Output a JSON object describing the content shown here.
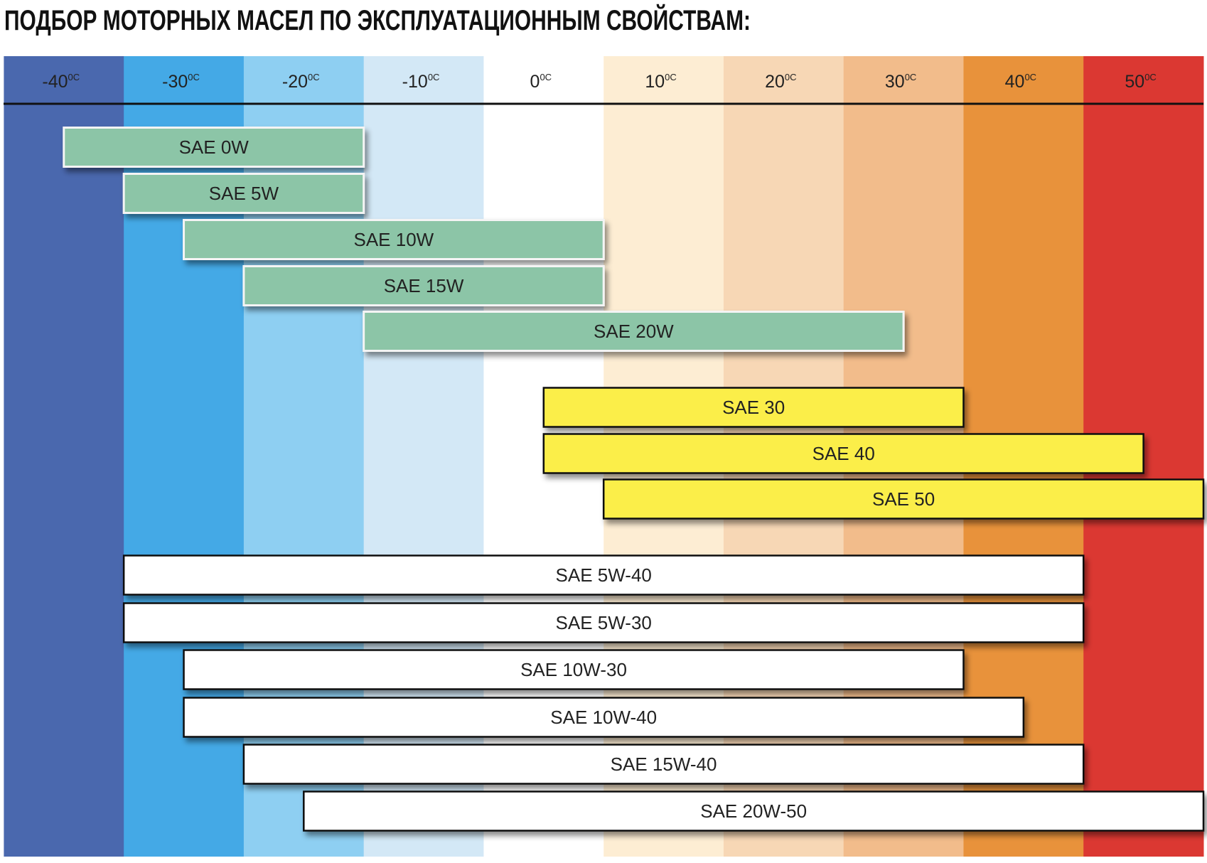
{
  "chart_data": {
    "type": "bar",
    "orientation": "horizontal-range",
    "title": "ПОДБОР МОТОРНЫХ МАСЕЛ ПО ЭКСПЛУАТАЦИОННЫМ СВОЙСТВАМ:",
    "xlabel": "",
    "ylabel": "",
    "unit": "0C",
    "xlim": [
      -45,
      55
    ],
    "ticks": [
      {
        "value": -40,
        "label": "-40",
        "color": "#4a68ae"
      },
      {
        "value": -30,
        "label": "-30",
        "color": "#44a9e6"
      },
      {
        "value": -20,
        "label": "-20",
        "color": "#8ecff2"
      },
      {
        "value": -10,
        "label": "-10",
        "color": "#d3e8f6"
      },
      {
        "value": 0,
        "label": "0",
        "color": "#ffffff"
      },
      {
        "value": 10,
        "label": "10",
        "color": "#fdedd3"
      },
      {
        "value": 20,
        "label": "20",
        "color": "#f7d7b5"
      },
      {
        "value": 30,
        "label": "30",
        "color": "#f2bc8b"
      },
      {
        "value": 40,
        "label": "40",
        "color": "#e8923b"
      },
      {
        "value": 50,
        "label": "50",
        "color": "#db3832"
      }
    ],
    "series": [
      {
        "name": "SAE 0W",
        "from": -40,
        "to": -15,
        "group": "winter",
        "color": "#8cc5a7"
      },
      {
        "name": "SAE 5W",
        "from": -35,
        "to": -15,
        "group": "winter",
        "color": "#8cc5a7"
      },
      {
        "name": "SAE 10W",
        "from": -30,
        "to": 5,
        "group": "winter",
        "color": "#8cc5a7"
      },
      {
        "name": "SAE 15W",
        "from": -25,
        "to": 5,
        "group": "winter",
        "color": "#8cc5a7"
      },
      {
        "name": "SAE 20W",
        "from": -15,
        "to": 30,
        "group": "winter",
        "color": "#8cc5a7"
      },
      {
        "name": "SAE 30",
        "from": 0,
        "to": 35,
        "group": "summer",
        "color": "#fbee4a"
      },
      {
        "name": "SAE 40",
        "from": 0,
        "to": 50,
        "group": "summer",
        "color": "#fbee4a"
      },
      {
        "name": "SAE 50",
        "from": 5,
        "to": 55,
        "group": "summer",
        "color": "#fbee4a"
      },
      {
        "name": "SAE 5W-40",
        "from": -35,
        "to": 45,
        "group": "all-season",
        "color": "#ffffff"
      },
      {
        "name": "SAE 5W-30",
        "from": -35,
        "to": 45,
        "group": "all-season",
        "color": "#ffffff"
      },
      {
        "name": "SAE 10W-30",
        "from": -30,
        "to": 35,
        "group": "all-season",
        "color": "#ffffff"
      },
      {
        "name": "SAE 10W-40",
        "from": -30,
        "to": 40,
        "group": "all-season",
        "color": "#ffffff"
      },
      {
        "name": "SAE 15W-40",
        "from": -25,
        "to": 45,
        "group": "all-season",
        "color": "#ffffff"
      },
      {
        "name": "SAE 20W-50",
        "from": -20,
        "to": 55,
        "group": "all-season",
        "color": "#ffffff"
      }
    ]
  }
}
